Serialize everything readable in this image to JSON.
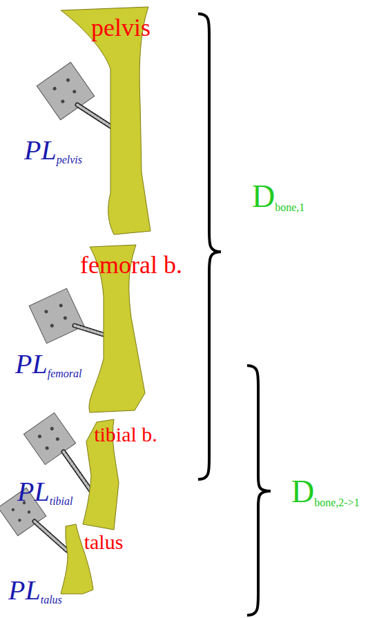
{
  "diagram": {
    "nodes": [
      {
        "text": [
          "pelvis"
        ]
      },
      {
        "text": [
          "femoral b."
        ]
      },
      {
        "text": [
          "tibial b."
        ]
      },
      {
        "text": [
          "talus"
        ]
      }
    ],
    "labels": [
      "PL",
      "pelvis",
      "PL",
      "femoral",
      "PL",
      "tibial",
      "PL",
      "talus",
      "D",
      "bone,1",
      "D",
      "bone,2->1"
    ]
  }
}
